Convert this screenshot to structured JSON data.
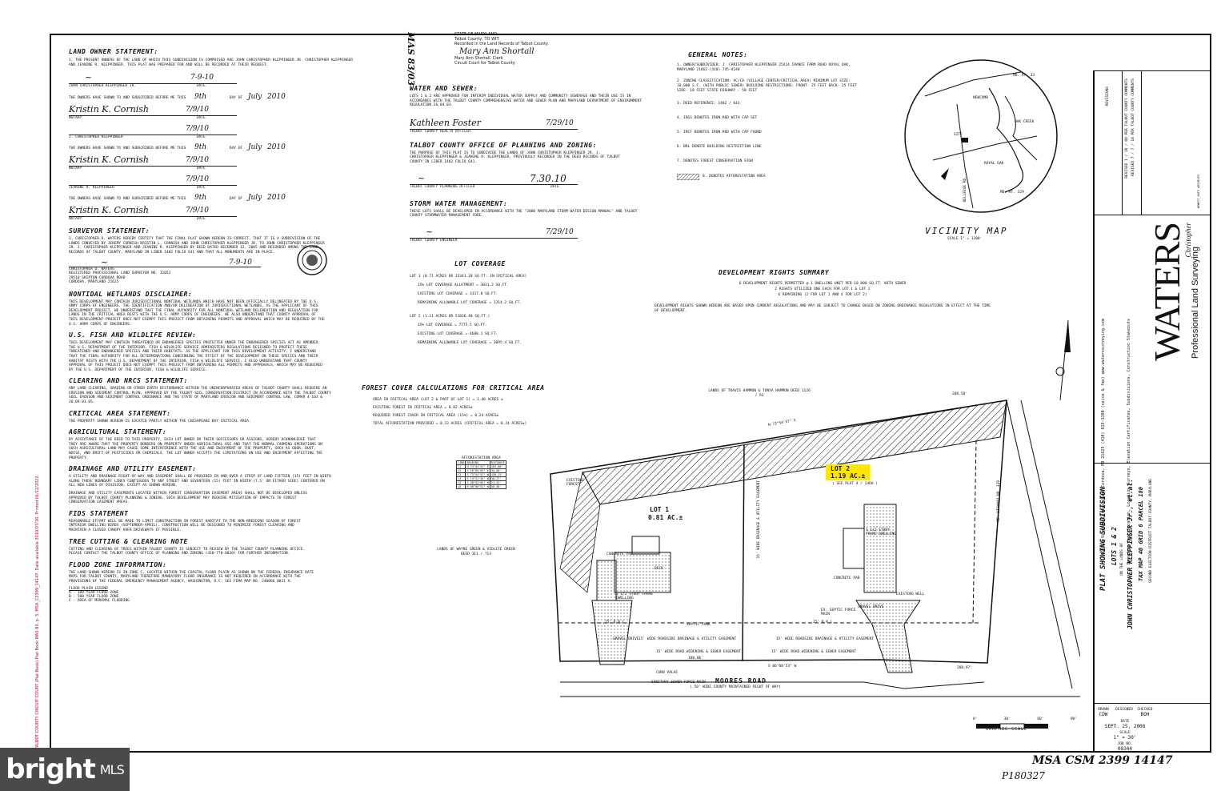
{
  "stamp": {
    "state": "STATE OF MARYLAND",
    "county": "Talbot County, TO WIT:",
    "recorded": "Recorded in the Land Records of Talbot County",
    "clerk_name": "Mary Ann Shortall, Clerk",
    "clerk_court": "Circuit Court for Talbot County",
    "signature": "Mary Ann Shortall",
    "margin_number": "MAS 83/03"
  },
  "side_stamp": "TALBOT COUNTY CIRCUIT COURT (Plat Book) Plat Book MAS 83, p. 3, MSA_C2399_14147. Date available 2010/07/30. Printed 01/12/2022.",
  "owner": {
    "title": "LAND OWNER STATEMENT:",
    "text": "I, THE PRESENT OWNERS OF THE LAND OF WHICH THIS SUBDIVISION IS COMPRISED ARE JOHN CHRISTOPHER KLEPPINGER JR. CHRISTOPHER KLEPPINGER AND JEANINE R. KLEPPINGER. THIS PLAT WAS PREPARED FOR AND WILL BE RECORDED AT THEIR REQUEST.",
    "sig1_date": "7-9-10",
    "sig1_name": "JOHN CHRISTOPHER KLEPPINGER JR.",
    "sworn1": "THE OWNERS HAVE SHOWN TO AND SUBSCRIBED BEFORE ME THIS",
    "day1": "9th",
    "month1": "July",
    "year1": "2010",
    "notary1_sig": "Kristin K. Cornish",
    "notary1_date": "7/9/10",
    "sig2_name": "J. CHRISTOPHER KLEPPINGER",
    "sig2_date": "7/9/10",
    "notary2_date": "7/9/10",
    "sig3_name": "JEANINE R. KLEPPINGER",
    "sig3_date": "7/9/10",
    "notary3_date": "7/9/10",
    "notary_label": "NOTARY",
    "date_label": "DATE",
    "day_of_label": "DAY OF"
  },
  "surveyor": {
    "title": "SURVEYOR STATEMENT:",
    "text": "I, CHRISTOPHER D. WATERS HEREBY CERTIFY THAT THE FINAL PLAT SHOWN HEREON IS CORRECT, THAT IT IS A SUBDIVISION OF THE LANDS CONVEYED BY JEREMY CORNISH KRISTIN L. CORNISH AND JOHN CHRISTOPHER KLEPPINGER JR. TO JOHN CHRISTOPHER KLEPPINGER JR. J. CHRISTOPHER KLEPPINGER AND JEANINE R. KLEPPINGER BY DEED DATED DECEMBER 12, 2005 AND RECORDED AMONG THE LAND RECORDS OF TALBOT COUNTY, MARYLAND IN LIBER 1402 FOLIO 641 AND THAT ALL MONUMENTS ARE IN PLACE.",
    "sig_date": "7-9-10",
    "name": "CHRISTOPHER D. WATERS",
    "license": "REGISTERED PROFESSIONAL LAND SURVEYOR No. 11052",
    "address1": "29510 SKIPTON-CORDOVA ROAD",
    "address2": "CORDOVA, MARYLAND 21625"
  },
  "wetlands": {
    "title": "NONTIDAL WETLANDS DISCLAIMER:",
    "text": "THIS DEVELOPMENT MAY CONTAIN JURISDICTIONAL NONTIDAL WETLANDS WHICH HAVE NOT BEEN OFFICIALLY DELINEATED BY THE U.S. ARMY CORPS OF ENGINEERS. THE IDENTIFICATION AND/OR DELINEATION OF JURISDICTIONAL WETLANDS, AS THE APPLICANT OF THIS DEVELOPMENT PROJECT, WE UNDERSTAND THAT THE FINAL AUTHORITY FOR ALL NONTIDAL WETLAND DELINEATION AND REGULATION FOR LANDS IN THE CRITICAL AREA RESTS WITH THE U.S. ARMY CORPS OF ENGINEERS. WE ALSO UNDERSTAND THAT COUNTY APPROVAL OF THIS DEVELOPMENT PROJECT DOES NOT EXEMPT THIS PROJECT FROM OBTAINING PERMITS AND APPROVAL WHICH MAY BE REQUIRED BY THE U.S. ARMY CORPS OF ENGINEERS."
  },
  "fish": {
    "title": "U.S. FISH AND WILDLIFE REVIEW:",
    "text": "THIS DEVELOPMENT MAY CONTAIN THREATENED OR ENDANGERED SPECIES PROTECTED UNDER THE ENDANGERED SPECIES ACT AS AMENDED. THE U.S. DEPARTMENT OF THE INTERIOR, FISH & WILDLIFE SERVICE ADMINISTERS REGULATIONS DESIGNED TO PROTECT THESE THREATENED AND ENDANGERED SPECIES AND THEIR HABITATS. AS THE APPLICANT FOR THIS DEVELOPMENT ACTIVITY, I UNDERSTAND THAT THE FINAL AUTHORITY FOR ALL DETERMINATIONS CONCERNING THE EFFECT OF THE DEVELOPMENT ON THESE SPECIES AND THEIR HABITAT RESTS WITH THE U.S. DEPARTMENT OF THE INTERIOR, FISH & WILDLIFE SERVICE. I ALSO UNDERSTAND THAT COUNTY APPROVAL OF THIS PROJECT DOES NOT EXEMPT THIS PROJECT FROM OBTAINING ALL PERMITS AND APPROVALS, WHICH MAY BE REQUIRED BY THE U.S. DEPARTMENT OF THE INTERIOR, FISH & WILDLIFE SERVICE."
  },
  "clearing": {
    "title": "CLEARING AND NRCS STATEMENT:",
    "text": "ANY LAND CLEARING, GRADING OR OTHER EARTH DISTURBANCE WITHIN THE UNINCORPORATED AREAS OF TALBOT COUNTY SHALL REQUIRE AN EROSION AND SEDIMENT CONTROL PLAN, APPROVED BY THE TALBOT SOIL CONSERVATION DISTRICT IN ACCORDANCE WITH THE TALBOT COUNTY SOIL EROSION AND SEDIMENT CONTROL ORDINANCE AND THE STATE OF MARYLAND EROSION AND SEDIMENT CONTROL LAW, COMAR 4-103 & 26.09.01.05."
  },
  "critical": {
    "title": "CRITICAL AREA STATEMENT:",
    "text": "THE PROPERTY SHOWN HEREON IS LOCATED PARTLY WITHIN THE CHESAPEAKE BAY CRITICAL AREA."
  },
  "agricultural": {
    "title": "AGRICULTURAL STATEMENT:",
    "text": "BY ACCEPTANCE OF THE DEED TO THIS PROPERTY, EACH LOT OWNER OR THEIR SUCCESSORS OR ASSIGNS, HEREBY ACKNOWLEDGE THAT THEY ARE AWARE THAT THE PROPERTY BORDERS ON PROPERTY UNDER AGRICULTURAL USE AND THAT THE NORMAL FARMING OPERATIONS ON SUCH AGRICULTURAL LAND MAY CAUSE SOME INTERFERENCE WITH THE USE AND ENJOYMENT OF THE PROPERTY, SUCH AS ODOR, DUST, NOISE, AND DRIFT OF PESTICIDES OR CHEMICALS. THE LOT OWNER ACCEPTS THE LIMITATIONS ON USE AND ENJOYMENT AFFECTING THE PROPERTY."
  },
  "drainage": {
    "title": "DRAINAGE AND UTILITY EASEMENT:",
    "text": "A UTILITY AND DRAINAGE RIGHT-OF-WAY AND EASEMENT SHALL BE PROVIDED IN AND OVER A STRIP OF LAND FIFTEEN (15) FEET IN WIDTH ALONG THOSE BOUNDARY LINES CONTIGUOUS TO ANY STREET AND SEVENTEEN (15) FEET IN WIDTH (7.5' ON EITHER SIDE) CENTERED ON ALL NEW LINES OF DIVISION, EXCEPT AS SHOWN HEREON.",
    "text2": "DRAINAGE AND UTILITY EASEMENTS LOCATED WITHIN FOREST CONSERVATION EASEMENT AREAS SHALL NOT BE DEVELOPED UNLESS APPROVED BY TALBOT COUNTY PLANNING & ZONING. SUCH DEVELOPMENT MAY REQUIRE MITIGATION OF IMPACTS TO FOREST CONSERVATION EASEMENT AREAS."
  },
  "fids": {
    "title": "FIDS STATEMENT",
    "text": "REASONABLE EFFORT WILL BE MADE TO LIMIT CONSTRUCTION IN FOREST HABITAT TO THE NON-BREEDING SEASON OF FOREST INTERIOR DWELLING BIRDS (SEPTEMBER-APRIL). CONSTRUCTION WILL BE DESIGNED TO MINIMIZE FOREST CLEARING AND MAINTAIN A CLOSED CANOPY OVER DRIVEWAYS IF POSSIBLE."
  },
  "tree": {
    "title": "TREE CUTTING & CLEARING NOTE",
    "text": "CUTTING AND CLEARING OF TREES WITHIN TALBOT COUNTY IS SUBJECT TO REVIEW BY THE TALBOT COUNTY PLANNING OFFICE. PLEASE CONTACT THE TALBOT COUNTY OFFICE OF PLANNING AND ZONING (410-770-8030) FOR FURTHER INFORMATION."
  },
  "flood": {
    "title": "FLOOD ZONE INFORMATION:",
    "text": "THE LAND SHOWN HEREON IS IN ZONE C, LOCATED WITHIN THE COASTAL FLOOD PLAIN AS SHOWN ON THE FEDERAL INSURANCE RATE MAPS FOR TALBOT COUNTY, MARYLAND THEREFORE MANDATORY FLOOD INSURANCE IS NOT REQUIRED IN ACCORDANCE WITH THE PROVISIONS OF THE FEDERAL EMERGENCY MANAGEMENT AGENCY, WASHINGTON, D.C. SEE FEMA MAP No. 240066 0031 A.",
    "legend_title": "FLOOD PLAIN LEGEND",
    "legend": [
      "A - 100 YEAR FLOOD ZONE",
      "B - 500 YEAR FLOOD ZONE",
      "C - AREA OF MINIMAL FLOODING"
    ]
  },
  "water": {
    "title": "WATER AND SEWER:",
    "text": "LOTS 1 & 2 ARE APPROVED FOR INTERIM INDIVIDUAL WATER SUPPLY AND COMMUNITY SEWERAGE AND THEIR USE IS IN ACCORDANCE WITH THE TALBOT COUNTY COMPREHENSIVE WATER AND SEWER PLAN AND MARYLAND DEPARTMENT OF ENVIRONMENT REGULATION 26.04.03.",
    "sig": "Kathleen Foster",
    "date": "7/29/10",
    "role": "TALBOT COUNTY HEALTH OFFICER"
  },
  "planning": {
    "title": "TALBOT COUNTY OFFICE OF PLANNING AND ZONING:",
    "text": "THE PURPOSE OF THIS PLAT IS TO SUBDIVIDE THE LANDS OF JOHN CHRISTOPHER KLEPPINGER JR. J. CHRISTOPHER KLEPPINGER & JEANINE R. KLEPPINGER, PREVIOUSLY RECORDED IN THE DEED RECORDS OF TALBOT COUNTY IN LIBER 1402 FOLIO 641.",
    "date": "7.30.10",
    "role": "TALBOT COUNTY PLANNING OFFICER"
  },
  "storm": {
    "title": "STORM WATER MANAGEMENT:",
    "text": "THESE LOTS SHALL BE DEVELOPED IN ACCORDANCE WITH THE \"2000 MARYLAND STORM WATER DESIGN MANUAL\" AND TALBOT COUNTY STORMWATER MANAGEMENT CODE.",
    "date": "7/29/10",
    "role": "TALBOT COUNTY ENGINEER"
  },
  "coverage": {
    "title": "LOT COVERAGE",
    "lines": [
      "LOT 1 (0.71 ACRES OR 33341.20 SQ.FT. IN CRITICAL AREA)",
      "15% LOT COVERAGE ALLOTMENT = 3031.2 SQ.FT.",
      "EXISTING LOT COVERAGE = 3317.0 SQ.FT.",
      "REMAINING ALLOWABLE LOT COVERAGE = 1214.2 SQ.FT.",
      "LOT 2 (1.11 ACRES OR 51836.40 SQ.FT.)",
      "15% LOT COVERAGE = 7775.5 SQ.FT.",
      "EXISTING LOT COVERAGE = 4680.1 SQ.FT.",
      "REMAINING ALLOWABLE LOT COVERAGE = 3095.4 SQ.FT."
    ]
  },
  "forest": {
    "title": "FOREST COVER CALCULATIONS FOR CRITICAL AREA",
    "lines": [
      "AREA IN CRITICAL AREA (LOT 2 & PART OF LOT 1) = 1.46 ACRES ±",
      "EXISTING FOREST IN CRITICAL AREA = 0.02 ACRES±",
      "REQUIRED FOREST COVER IN CRITICAL AREA (15%) = 0.24 ACRES±",
      "TOTAL AFFORESTATION PROVIDED = 0.33 ACRES (CRITICAL AREA = 0.24 ACRES±)"
    ]
  },
  "general": {
    "title": "GENERAL NOTES:",
    "notes": [
      "1. OWNER/SUBDIVIDER: J. CHRISTOPHER KLEPPINGER 25414 CHANCE FARM ROAD ROYAL OAK, MARYLAND 21662 (410) 745-4248",
      "2. ZONING CLASSIFICATION: VC/CA (VILLAGE CENTER/CRITICAL AREA) MINIMUM LOT SIZE: 10,000 S.F. (WITH PUBLIC SEWER) BUILDING RESTRICTIONS: FRONT- 25 FEET BACK- 25 FEET SIDE- 10 FEET STATE HIGHWAY - 50 FEET",
      "3. DEED REFERENCE: 1402 / 641",
      "4. IRGS DENOTES IRON ROD WITH CAP SET",
      "5. IRCF DENOTES IRON ROD WITH CAP FOUND",
      "6. BRL DENOTE BUILDING RESTRICTION LINE",
      "7. DENOTES FOREST CONSERVATION SIGN",
      "8. DENOTES AFFORESTATION AREA"
    ]
  },
  "rights": {
    "title": "DEVELOPMENT RIGHTS SUMMARY",
    "lines": [
      "6 DEVELOPMENT RIGHTS PERMITTED @ 1 DWELLING UNIT PER 10,000 SQ.FT. WITH SEWER",
      "2 RIGHTS UTILIZED ONE EACH FOR LOT 1 & LOT 2",
      "6 REMAINING (2 FOR LOT 1 AND 4 FOR LOT 2)",
      "DEVELOPMENT RIGHTS SHOWN HEREON ARE BASED UPON CURRENT REGULATIONS AND MAY BE SUBJECT TO CHANGE BASED ON ZONING ORDINANCE REGULATIONS IN EFFECT AT THE TIME OF DEVELOPMENT."
    ]
  },
  "vicinity": {
    "title": "VICINITY MAP",
    "scale": "SCALE 1\" = 1200'",
    "labels": [
      "MD. RT. 33",
      "NEWCOMB",
      "OAK CREEK",
      "SITE",
      "ROYAL OAK",
      "MD. RT. 329",
      "BELLEVUE RD."
    ]
  },
  "plan": {
    "lands_north": "LANDS OF TRAVIS HAMMON & TONYA HAMMON DEED 1126 / 93",
    "lands_west": "LANDS OF WAYNE GREEN & VIOLETE GREEN DEED 311 / 713",
    "lot1_label": "LOT 1",
    "lot1_area": "0.81 AC.±",
    "lot2_label": "LOT 2",
    "lot2_area": "1.19 AC.±",
    "lot2_note": "( SEE PLAT 4 / 146H )",
    "highway": "MD. HIGHWAY No. 329",
    "road": "MOORES ROAD",
    "road_note": "( 50' WIDE COUNTY MAINTAINED RIGHT OF WAY)",
    "bearing_top": "N 73°54'57\" E",
    "bearing_bottom": "S 86°08'53\" W",
    "dist_top": "208.58'",
    "dist_bottom": "208.97'",
    "dist_bottom2": "188.86'",
    "dwelling1": "1 1/2 STORY FRAME DWELLING",
    "dwelling2": "1 1/2 STORY FRAME DWELLING",
    "deck": "DECK",
    "concrete_pad": "CONCRETE PAD",
    "gravel_drive": "GRAVEL DRIVE",
    "septic_tank": "SEPTIC TANK",
    "force_main": "EX. SEPTIC FORCE MAIN",
    "existing_well": "EXISTING WELL",
    "sewer_main": "SANITARY SEWER FORCE MAIN",
    "curb_valve": "CURB VALVE",
    "brl_front": "25' B.R.L.",
    "easement_road": "15' WIDE ROADSIDE DRAINAGE & UTILITY EASEMENT",
    "easement_sewer": "15' WIDE ROAD WIDENING & SEWER EASEMENT",
    "easement_drain": "15' WIDE DRAINAGE & UTILITY EASEMENT",
    "existing_forest": "EXISTING FOREST",
    "afforestation_label": "AFFORESTATION AREA",
    "curve_table": [
      [
        "LINE",
        "BEARING",
        "DISTANCE"
      ],
      [
        "L1",
        "N 73°54'57\" E",
        "162.00'"
      ],
      [
        "L2",
        "S 16°05'03\" E",
        "34.50'"
      ],
      [
        "L3",
        "S 73°54'57\" W",
        "158.15'"
      ],
      [
        "L4",
        "S 15°51'34\" W",
        "58.27'"
      ],
      [
        "L5",
        "S 30°42'02\" W",
        "21.42'"
      ],
      [
        "L6",
        "N 00°08'52\" W",
        "50.48'"
      ]
    ],
    "graphic_scale": "GRAPHIC SCALE",
    "scale_ticks": [
      "0'",
      "30'",
      "60'",
      "90'"
    ]
  },
  "title_block": {
    "project_title": "PLAT SHOWING SUBDIVISION",
    "lots": "LOTS 1 & 2",
    "lands_of": "ON THE LANDS OF",
    "owner": "JOHN CHRISTOPHER KLEPPINGER Jr., et.al.",
    "tax_map": "TAX MAP 40 GRID 6 PARCEL 180",
    "district": "SECOND ELECTION DISTRICT TALBOT COUNTY, MARYLAND",
    "firm_script": "Christopher",
    "firm": "WATERS",
    "firm_sub": "Professional Land Surveying",
    "address": "29510 Skipton-Cordova Road Cordova, MD 21625 (410) 819-3380 (voice & fax) www.waterssurveying.com",
    "services": "Boundary Certification, Location Surveys, Elevation Certificates, Subdivisions, Construction Stakeouts",
    "revisions_title": "REVISIONS",
    "revisions": [
      "REVISED 1 / 18 / 09 PER TALBOT COUNTY COMMENTS",
      "REVISED 7 / 7 / 10 PER TALBOT COUNTY COMMENTS"
    ],
    "drawn_label": "DRAWN",
    "designed_label": "DESIGNED",
    "checked_label": "CHECKED",
    "drawn": "CDW",
    "checked": "BOH",
    "date_label": "DATE",
    "date": "SEPT. 25, 2008",
    "scale_label": "SCALE",
    "scale": "1\" = 30'",
    "job_label": "JOB No.",
    "job": "08344",
    "sheet_stamp": "Newest Date Archives"
  },
  "footer": {
    "handwritten1": "MSA CSM 2399 14147",
    "handwritten2": "P180327"
  },
  "watermark": {
    "brand": "bright",
    "brand_sub": "MLS"
  }
}
